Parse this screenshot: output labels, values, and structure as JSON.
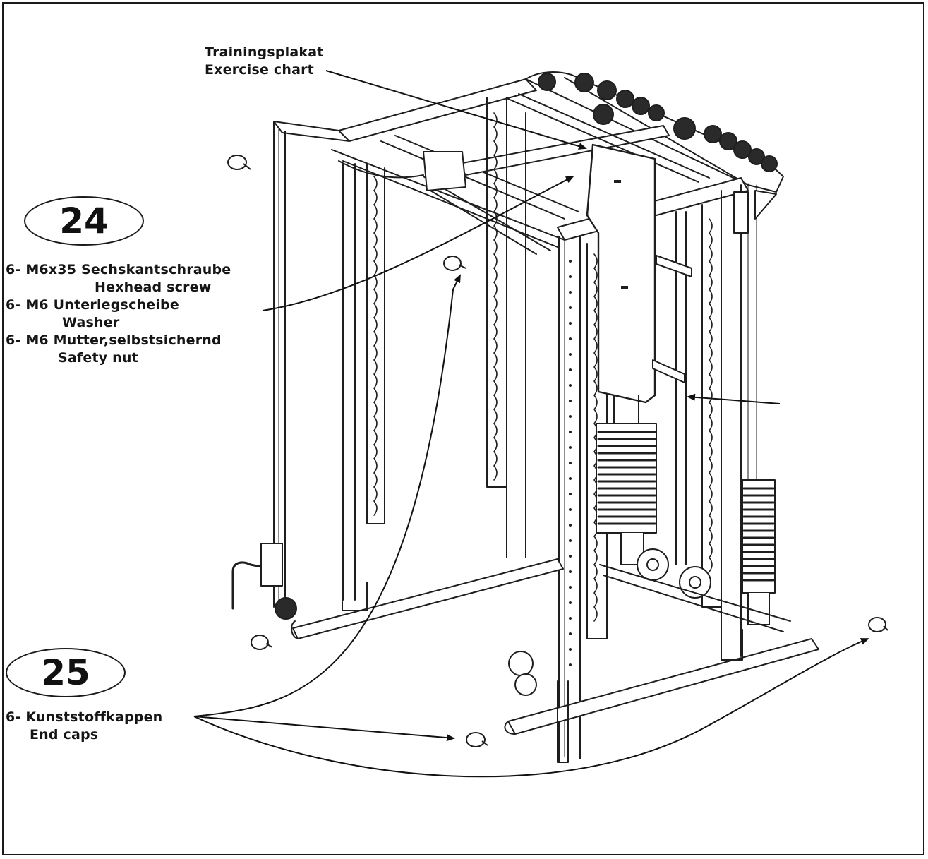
{
  "chart_label": {
    "line1": "Trainingsplakat",
    "line2": "Exercise chart"
  },
  "steps": [
    {
      "number": "24",
      "parts": [
        {
          "de": "6- M6x35 Sechskantschraube",
          "en": "Hexhead screw"
        },
        {
          "de": "6- M6 Unterlegscheibe",
          "en": "Washer"
        },
        {
          "de": "6- M6 Mutter,selbstsichernd",
          "en": "Safety nut"
        }
      ]
    },
    {
      "number": "25",
      "parts": [
        {
          "de": "6- Kunststoffkappen",
          "en": "End caps"
        }
      ]
    }
  ],
  "colors": {
    "ink": "#151515",
    "background": "#ffffff",
    "line_gray": "#3a3a3a"
  }
}
